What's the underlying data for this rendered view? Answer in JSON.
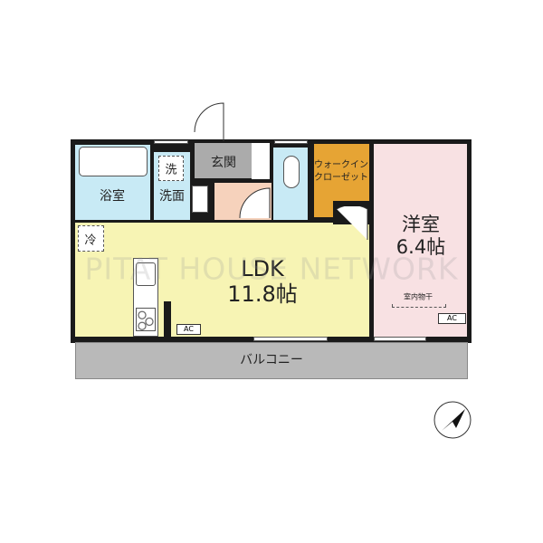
{
  "rooms": {
    "bath": "浴室",
    "washer": "洗",
    "washroom": "洗面",
    "entrance": "玄関",
    "walk_in_closet_line1": "ウォークイン",
    "walk_in_closet_line2": "クローゼット",
    "western_room_name": "洋室",
    "western_room_size": "6.4帖",
    "ldk_name": "LDK",
    "ldk_size": "11.8帖",
    "fridge": "冷",
    "indoor_drying": "室内物干",
    "ac_ldk": "AC",
    "ac_western": "AC",
    "balcony": "バルコニー"
  },
  "watermark": "PITAT HOUSE NETWORK",
  "colors": {
    "bath": "#c8eaf5",
    "entrance": "#ababab",
    "hall": "#f6d2bc",
    "closet": "#e6a434",
    "western": "#f8e1e3",
    "ldk": "#f7f4b4",
    "balcony": "#b9b9b9"
  }
}
